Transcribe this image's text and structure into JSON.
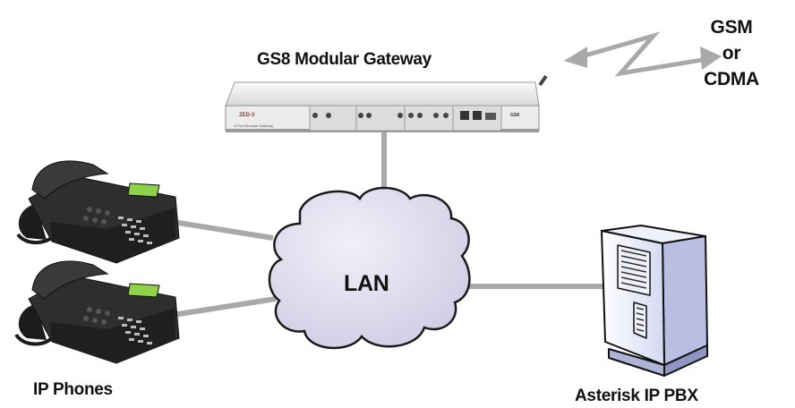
{
  "gateway": {
    "label": "GS8 Modular Gateway",
    "brand": "ZED-3",
    "model": "GS8",
    "subtitle": "8 Port Modular Gateway"
  },
  "network": {
    "labels": [
      "GSM",
      "or",
      "CDMA"
    ]
  },
  "lan": {
    "label": "LAN"
  },
  "phones": {
    "label": "IP Phones",
    "count": 2
  },
  "pbx": {
    "label": "Asterisk IP PBX"
  },
  "colors": {
    "line": "#a9a9a9",
    "cloud_fill": "#d9d6ec",
    "cloud_stroke": "#1a1a1a",
    "gateway_body": "#e6e6e6",
    "phone_body": "#2e2e2e",
    "phone_screen": "#8fd24a",
    "server_body": "#d4d9f2",
    "gateway_accent": "#cc2222"
  }
}
